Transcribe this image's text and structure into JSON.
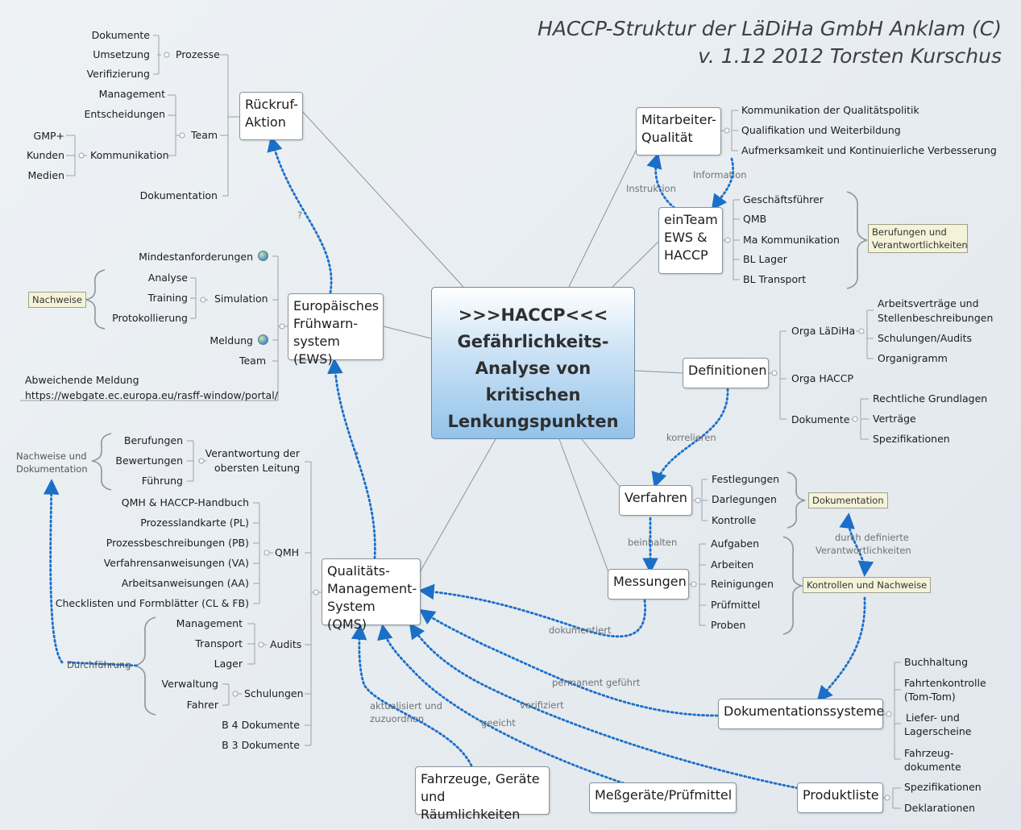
{
  "title": {
    "line1": "HACCP-Struktur der LäDiHa GmbH Anklam (C)",
    "line2": "v. 1.12 2012 Torsten Kurschus"
  },
  "central": {
    "line1": ">>>HACCP<<<",
    "line2": "Gefährlichkeits-",
    "line3": "Analyse von",
    "line4": "kritischen",
    "line5": "Lenkungspunkten"
  },
  "rueckruf": {
    "node": {
      "line1": "Rückruf-",
      "line2": "Aktion"
    },
    "prozesse": "Prozesse",
    "prozesse_items": [
      "Dokumente",
      "Umsetzung",
      "Verifizierung"
    ],
    "team": "Team",
    "team_items": [
      "Management",
      "Entscheidungen",
      "Kommunikation"
    ],
    "kommunikation_items": [
      "GMP+",
      "Kunden",
      "Medien"
    ],
    "dokumentation": "Dokumentation"
  },
  "ews": {
    "node": {
      "line1": "Europäisches",
      "line2": "Frühwarn-",
      "line3": "system (EWS)"
    },
    "mindest": "Mindestanforderungen",
    "simulation": "Simulation",
    "simulation_items": [
      "Analyse",
      "Training",
      "Protokollierung"
    ],
    "nachweise": "Nachweise",
    "meldung": "Meldung",
    "team": "Team",
    "abweichend1": "Abweichende Meldung",
    "abweichend2": "https://webgate.ec.europa.eu/rasff-window/portal/"
  },
  "mitarbeiter": {
    "node": {
      "line1": "Mitarbeiter-",
      "line2": "Qualität"
    },
    "items": [
      "Kommunikation der Qualitätspolitik",
      "Qualifikation und Weiterbildung",
      "Aufmerksamkeit und Kontinuierliche Verbesserung"
    ]
  },
  "einteam": {
    "node": {
      "line1": "einTeam",
      "line2": "EWS &",
      "line3": "HACCP"
    },
    "items": [
      "Geschäftsführer",
      "QMB",
      "Ma Kommunikation",
      "BL Lager",
      "BL Transport"
    ],
    "note1": "Berufungen und",
    "note2": "Verantwortlichkeiten"
  },
  "definitionen": {
    "node": "Definitionen",
    "orga_ladiha": "Orga LäDiHa",
    "orga_ladiha_items": [
      "Arbeitsverträge und",
      "Stellenbeschreibungen",
      "Schulungen/Audits",
      "Organigramm"
    ],
    "orga_haccp": "Orga HACCP",
    "dokumente": "Dokumente",
    "dokumente_items": [
      "Rechtliche Grundlagen",
      "Verträge",
      "Spezifikationen"
    ]
  },
  "verfahren": {
    "node": "Verfahren",
    "items": [
      "Festlegungen",
      "Darlegungen",
      "Kontrolle"
    ],
    "note": "Dokumentation"
  },
  "messungen": {
    "node": "Messungen",
    "items": [
      "Aufgaben",
      "Arbeiten",
      "Reinigungen",
      "Prüfmittel",
      "Proben"
    ],
    "note": "Kontrollen und Nachweise"
  },
  "qms": {
    "node": {
      "line1": "Qualitäts-",
      "line2": "Management-",
      "line3": "System (QMS)"
    },
    "verantwortung1": "Verantwortung der",
    "verantwortung2": "obersten Leitung",
    "verantwortung_items": [
      "Berufungen",
      "Bewertungen",
      "Führung"
    ],
    "nachweise1": "Nachweise und",
    "nachweise2": "Dokumentation",
    "qmh": "QMH",
    "qmh_items": [
      "QMH & HACCP-Handbuch",
      "Prozesslandkarte (PL)",
      "Prozessbeschreibungen (PB)",
      "Verfahrensanweisungen (VA)",
      "Arbeitsanweisungen (AA)",
      "Checklisten und Formblätter (CL & FB)"
    ],
    "audits": "Audits",
    "audits_items": [
      "Management",
      "Transport",
      "Lager"
    ],
    "schulungen": "Schulungen",
    "schulungen_items": [
      "Verwaltung",
      "Fahrer"
    ],
    "durchfuehrung": "Durchführung",
    "b4": "B 4 Dokumente",
    "b3": "B 3 Dokumente"
  },
  "dokumentationssysteme": {
    "node": "Dokumentationssysteme",
    "items": [
      "Buchhaltung",
      "Fahrtenkontrolle",
      "(Tom-Tom)",
      "Liefer- und",
      "Lagerscheine",
      "Fahrzeug-",
      "dokumente"
    ]
  },
  "produktliste": {
    "node": "Produktliste",
    "items": [
      "Spezifikationen",
      "Deklarationen"
    ]
  },
  "fahrzeuge": {
    "line1": "Fahrzeuge, Geräte",
    "line2": "und Räumlichkeiten"
  },
  "messgeraete": "Meßgeräte/Prüfmittel",
  "relations": {
    "information": "Information",
    "instruktion": "Instruktion",
    "q1": "?",
    "q2": "?",
    "korrelieren": "korrelieren",
    "beinhalten": "beinhalten",
    "durch1": "durch definierte",
    "durch2": "Verantwortlichkeiten",
    "dokumentiert": "dokumentiert",
    "permanent": "permanent geführt",
    "verifiziert": "verifiziert",
    "geeicht": "geeicht",
    "aktualisiert1": "aktualisiert und",
    "aktualisiert2": "zuzuordnen"
  },
  "colors": {
    "relation": "#1b6fc8",
    "branch": "#8a949c",
    "central_fill": "#93c3ea",
    "note_fill": "#f4f3d9"
  }
}
